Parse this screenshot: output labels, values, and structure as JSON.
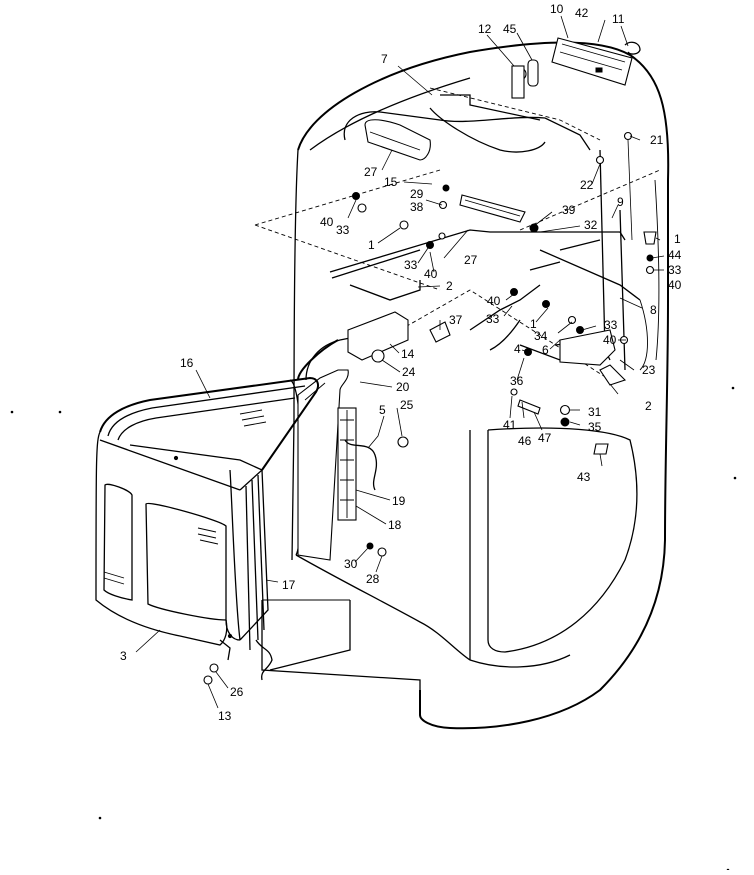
{
  "callouts": [
    {
      "id": "c1a",
      "text": "1"
    },
    {
      "id": "c1b",
      "text": "1"
    },
    {
      "id": "c1c",
      "text": "1"
    },
    {
      "id": "c2a",
      "text": "2"
    },
    {
      "id": "c2b",
      "text": "2"
    },
    {
      "id": "c3",
      "text": "3"
    },
    {
      "id": "c4",
      "text": "4"
    },
    {
      "id": "c5",
      "text": "5"
    },
    {
      "id": "c6",
      "text": "6"
    },
    {
      "id": "c7",
      "text": "7"
    },
    {
      "id": "c8",
      "text": "8"
    },
    {
      "id": "c9",
      "text": "9"
    },
    {
      "id": "c10",
      "text": "10"
    },
    {
      "id": "c11",
      "text": "11"
    },
    {
      "id": "c12",
      "text": "12"
    },
    {
      "id": "c13",
      "text": "13"
    },
    {
      "id": "c14",
      "text": "14"
    },
    {
      "id": "c15",
      "text": "15"
    },
    {
      "id": "c16",
      "text": "16"
    },
    {
      "id": "c17",
      "text": "17"
    },
    {
      "id": "c18",
      "text": "18"
    },
    {
      "id": "c19",
      "text": "19"
    },
    {
      "id": "c20",
      "text": "20"
    },
    {
      "id": "c21",
      "text": "21"
    },
    {
      "id": "c22",
      "text": "22"
    },
    {
      "id": "c23",
      "text": "23"
    },
    {
      "id": "c24",
      "text": "24"
    },
    {
      "id": "c25",
      "text": "25"
    },
    {
      "id": "c26",
      "text": "26"
    },
    {
      "id": "c27a",
      "text": "27"
    },
    {
      "id": "c27b",
      "text": "27"
    },
    {
      "id": "c28",
      "text": "28"
    },
    {
      "id": "c29",
      "text": "29"
    },
    {
      "id": "c30",
      "text": "30"
    },
    {
      "id": "c31",
      "text": "31"
    },
    {
      "id": "c32",
      "text": "32"
    },
    {
      "id": "c33a",
      "text": "33"
    },
    {
      "id": "c33b",
      "text": "33"
    },
    {
      "id": "c33c",
      "text": "33"
    },
    {
      "id": "c33d",
      "text": "33"
    },
    {
      "id": "c33e",
      "text": "33"
    },
    {
      "id": "c34",
      "text": "34"
    },
    {
      "id": "c35",
      "text": "35"
    },
    {
      "id": "c36",
      "text": "36"
    },
    {
      "id": "c37",
      "text": "37"
    },
    {
      "id": "c38",
      "text": "38"
    },
    {
      "id": "c39",
      "text": "39"
    },
    {
      "id": "c40a",
      "text": "40"
    },
    {
      "id": "c40b",
      "text": "40"
    },
    {
      "id": "c40c",
      "text": "40"
    },
    {
      "id": "c40d",
      "text": "40"
    },
    {
      "id": "c41",
      "text": "41"
    },
    {
      "id": "c42",
      "text": "42"
    },
    {
      "id": "c43",
      "text": "43"
    },
    {
      "id": "c44",
      "text": "44"
    },
    {
      "id": "c45",
      "text": "45"
    },
    {
      "id": "c46",
      "text": "46"
    },
    {
      "id": "c47",
      "text": "47"
    }
  ]
}
